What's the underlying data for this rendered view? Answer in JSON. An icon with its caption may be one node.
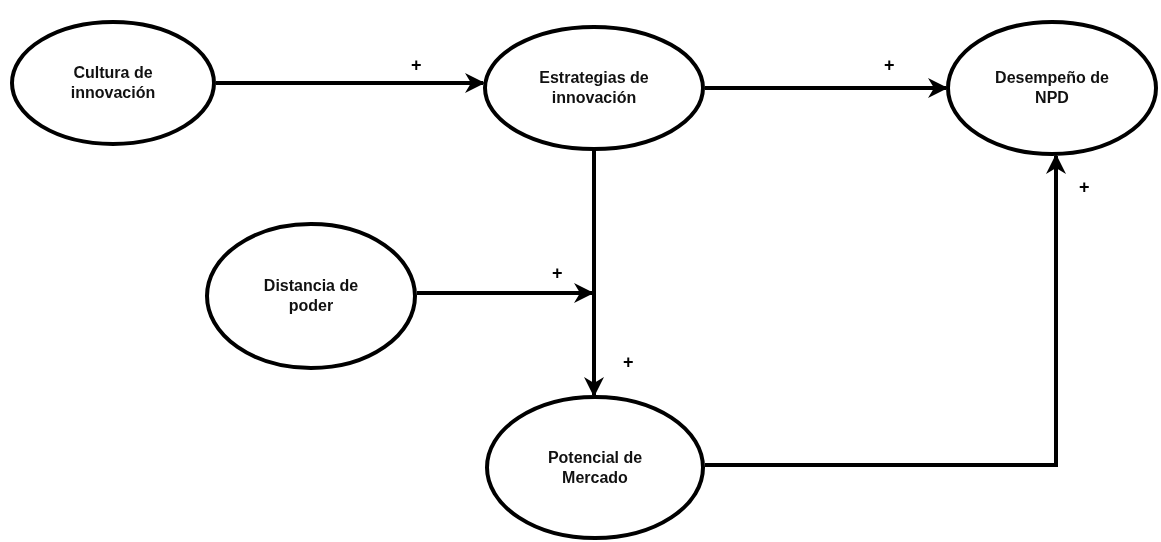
{
  "diagram": {
    "nodes": [
      {
        "text": [
          "Cultura de innovación"
        ]
      },
      {
        "text": [
          "Estrategias de innovación"
        ]
      },
      {
        "text": [
          "Desempeño de NPD"
        ]
      },
      {
        "text": [
          "Distancia de poder"
        ]
      },
      {
        "text": [
          "Potencial de Mercado"
        ]
      }
    ],
    "edges": [
      {
        "from": 0,
        "to": 1,
        "arrow": "to",
        "label": "+"
      },
      {
        "from": 1,
        "to": 2,
        "arrow": "to",
        "label": "+"
      },
      {
        "from": 3,
        "to": null,
        "arrow": "to",
        "label": "+"
      },
      {
        "from": 1,
        "to": 4,
        "arrow": "to",
        "label": "+"
      },
      {
        "from": 4,
        "to": 2,
        "arrow": "to",
        "label": "+"
      }
    ]
  }
}
